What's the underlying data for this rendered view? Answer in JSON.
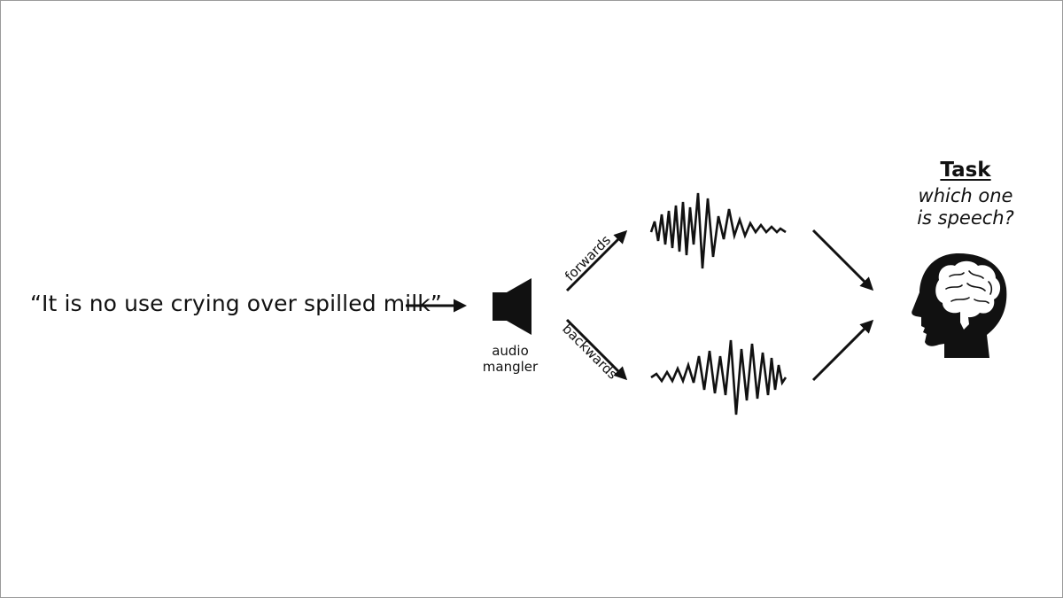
{
  "quote": "“It is no use crying over spilled milk”",
  "speaker": {
    "icon": "speaker-icon",
    "label_line1": "audio",
    "label_line2": "mangler"
  },
  "paths": {
    "forwards_label": "forwards",
    "backwards_label": "backwards"
  },
  "task": {
    "title": "Task",
    "question_line1": "which one",
    "question_line2": "is speech?"
  },
  "icons": {
    "waveform_forward": "waveform-icon",
    "waveform_backward": "waveform-icon",
    "head": "head-brain-icon"
  },
  "colors": {
    "ink": "#111111",
    "background": "#ffffff"
  }
}
